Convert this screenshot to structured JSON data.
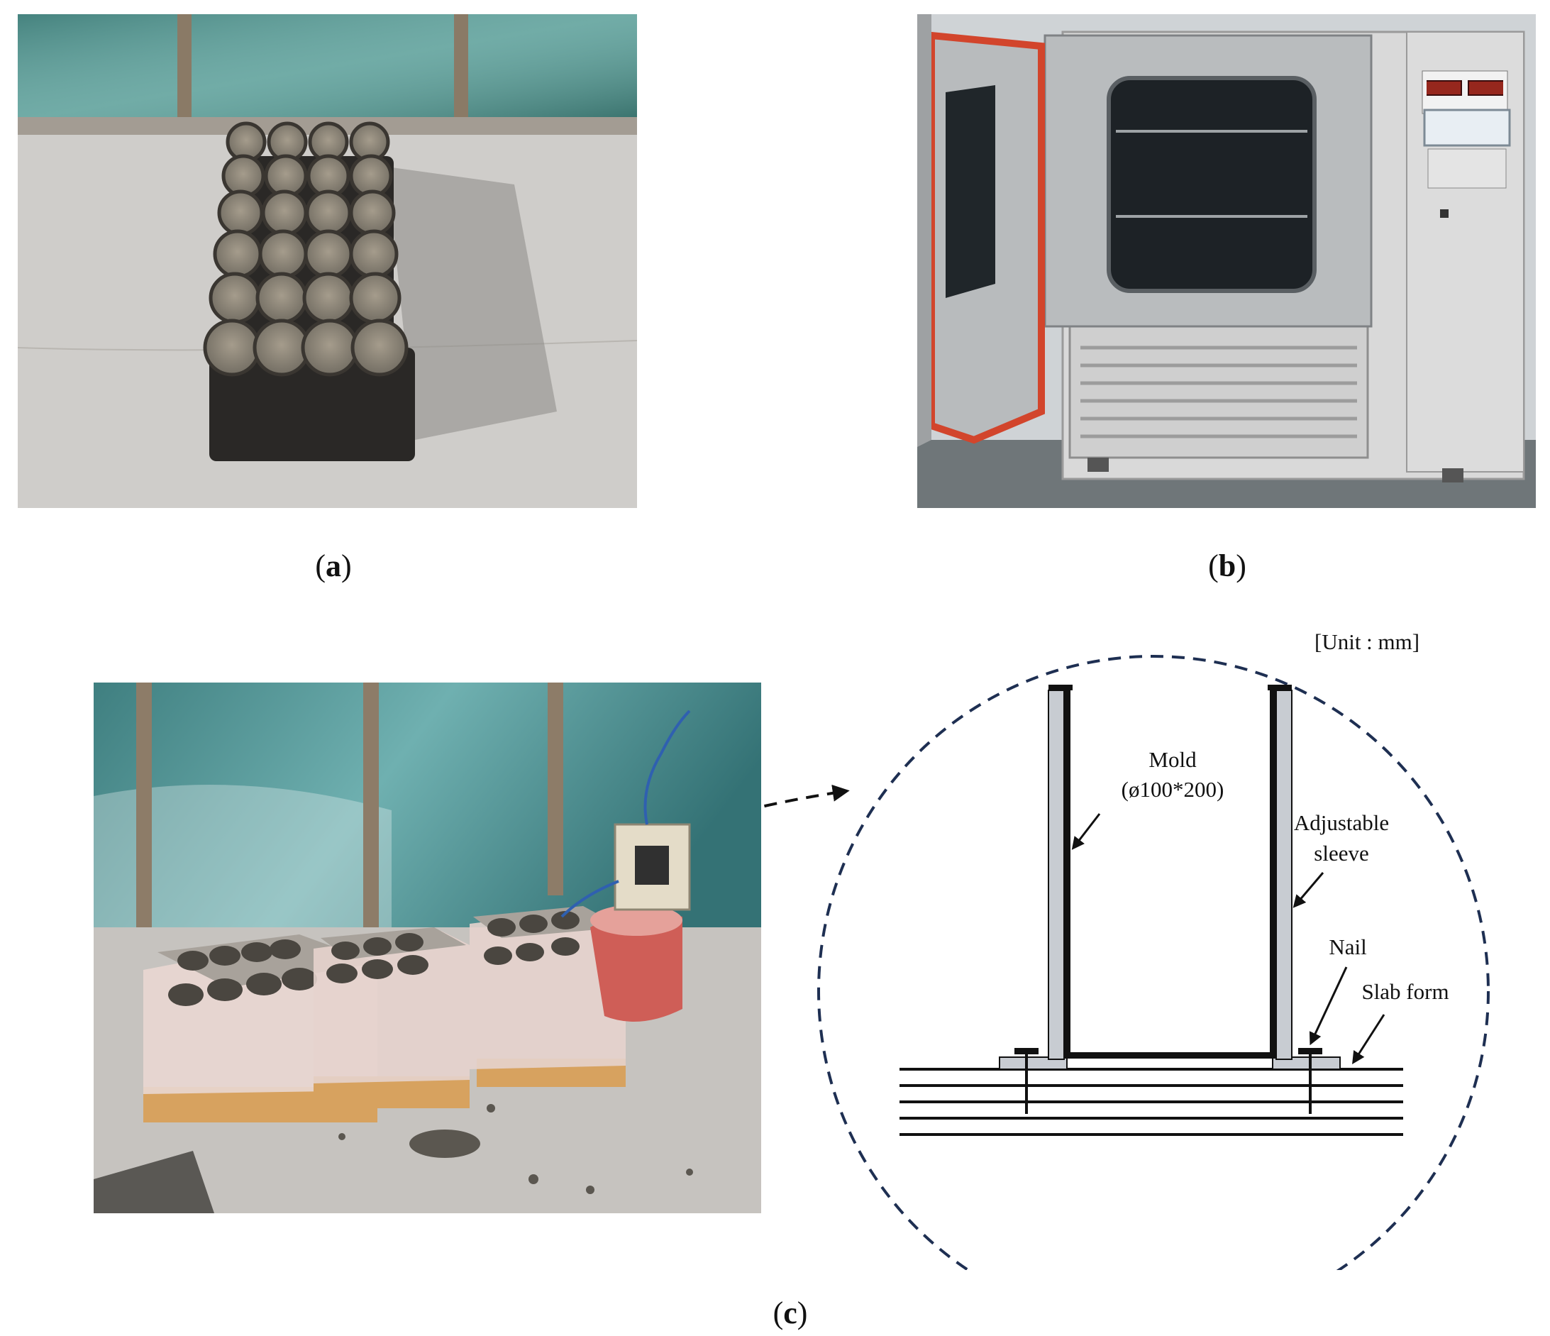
{
  "panels": {
    "a": {
      "caption_open": "(",
      "caption_letter": "a",
      "caption_close": ")"
    },
    "b": {
      "caption_open": "(",
      "caption_letter": "b",
      "caption_close": ")"
    },
    "c": {
      "caption_open": "(",
      "caption_letter": "c",
      "caption_close": ")"
    }
  },
  "diagram": {
    "unit_label": "[Unit : mm]",
    "mold_label_1": "Mold",
    "mold_label_2": "(ø100*200)",
    "sleeve_label_1": "Adjustable",
    "sleeve_label_2": "sleeve",
    "nail_label": "Nail",
    "slab_label": "Slab form"
  },
  "colors": {
    "concrete_floor": "#c9c7c4",
    "cylinder_mold": "#2a2826",
    "cylinder_top": "#8c8476",
    "chamber_body": "#d9d9d9",
    "chamber_door_frame": "#d2452c",
    "glass_wall": "#4f8f8a",
    "wood_pallet": "#d7a25f",
    "dashed_circle": "#1e2f52"
  }
}
